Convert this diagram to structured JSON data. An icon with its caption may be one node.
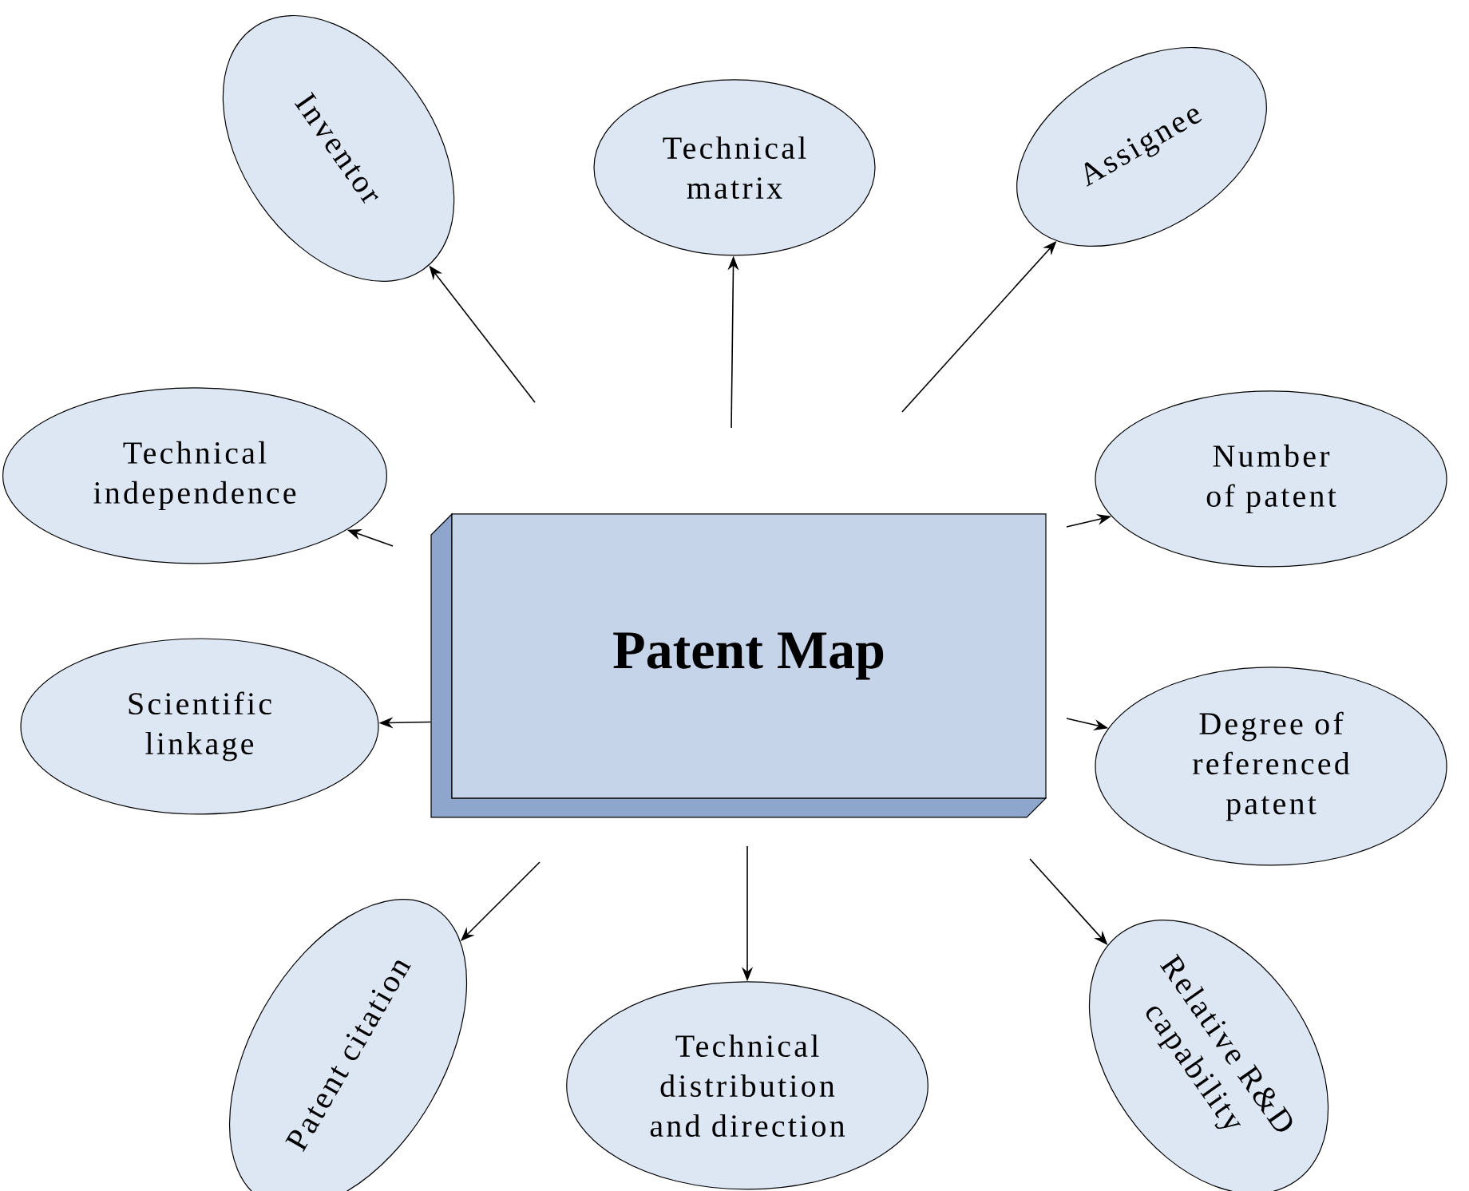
{
  "diagram": {
    "nodes": [
      {
        "text": [
          "Patent Map"
        ]
      },
      {
        "text": [
          "Inventor"
        ]
      },
      {
        "text": [
          "Technical matrix"
        ]
      },
      {
        "text": [
          "Assignee"
        ]
      },
      {
        "text": [
          "Technical independence"
        ]
      },
      {
        "text": [
          "Number of patent"
        ]
      },
      {
        "text": [
          "Scientific linkage"
        ]
      },
      {
        "text": [
          "Degree of referenced patent"
        ]
      },
      {
        "text": [
          "Patent citation"
        ]
      },
      {
        "text": [
          "Technical distribution and direction"
        ]
      },
      {
        "text": [
          "Relative R&D capability"
        ]
      }
    ],
    "edges": [
      {
        "from": null,
        "to": 1,
        "arrow": "to"
      },
      {
        "from": null,
        "to": 2,
        "arrow": "to"
      },
      {
        "from": null,
        "to": 3,
        "arrow": "to"
      },
      {
        "from": null,
        "to": 4,
        "arrow": "to"
      },
      {
        "from": null,
        "to": 5,
        "arrow": "to"
      },
      {
        "from": 0,
        "to": 6,
        "arrow": "to"
      },
      {
        "from": null,
        "to": 7,
        "arrow": "to"
      },
      {
        "from": null,
        "to": 8,
        "arrow": "to"
      },
      {
        "from": null,
        "to": 9,
        "arrow": "to"
      },
      {
        "from": null,
        "to": 10,
        "arrow": "to"
      }
    ]
  }
}
